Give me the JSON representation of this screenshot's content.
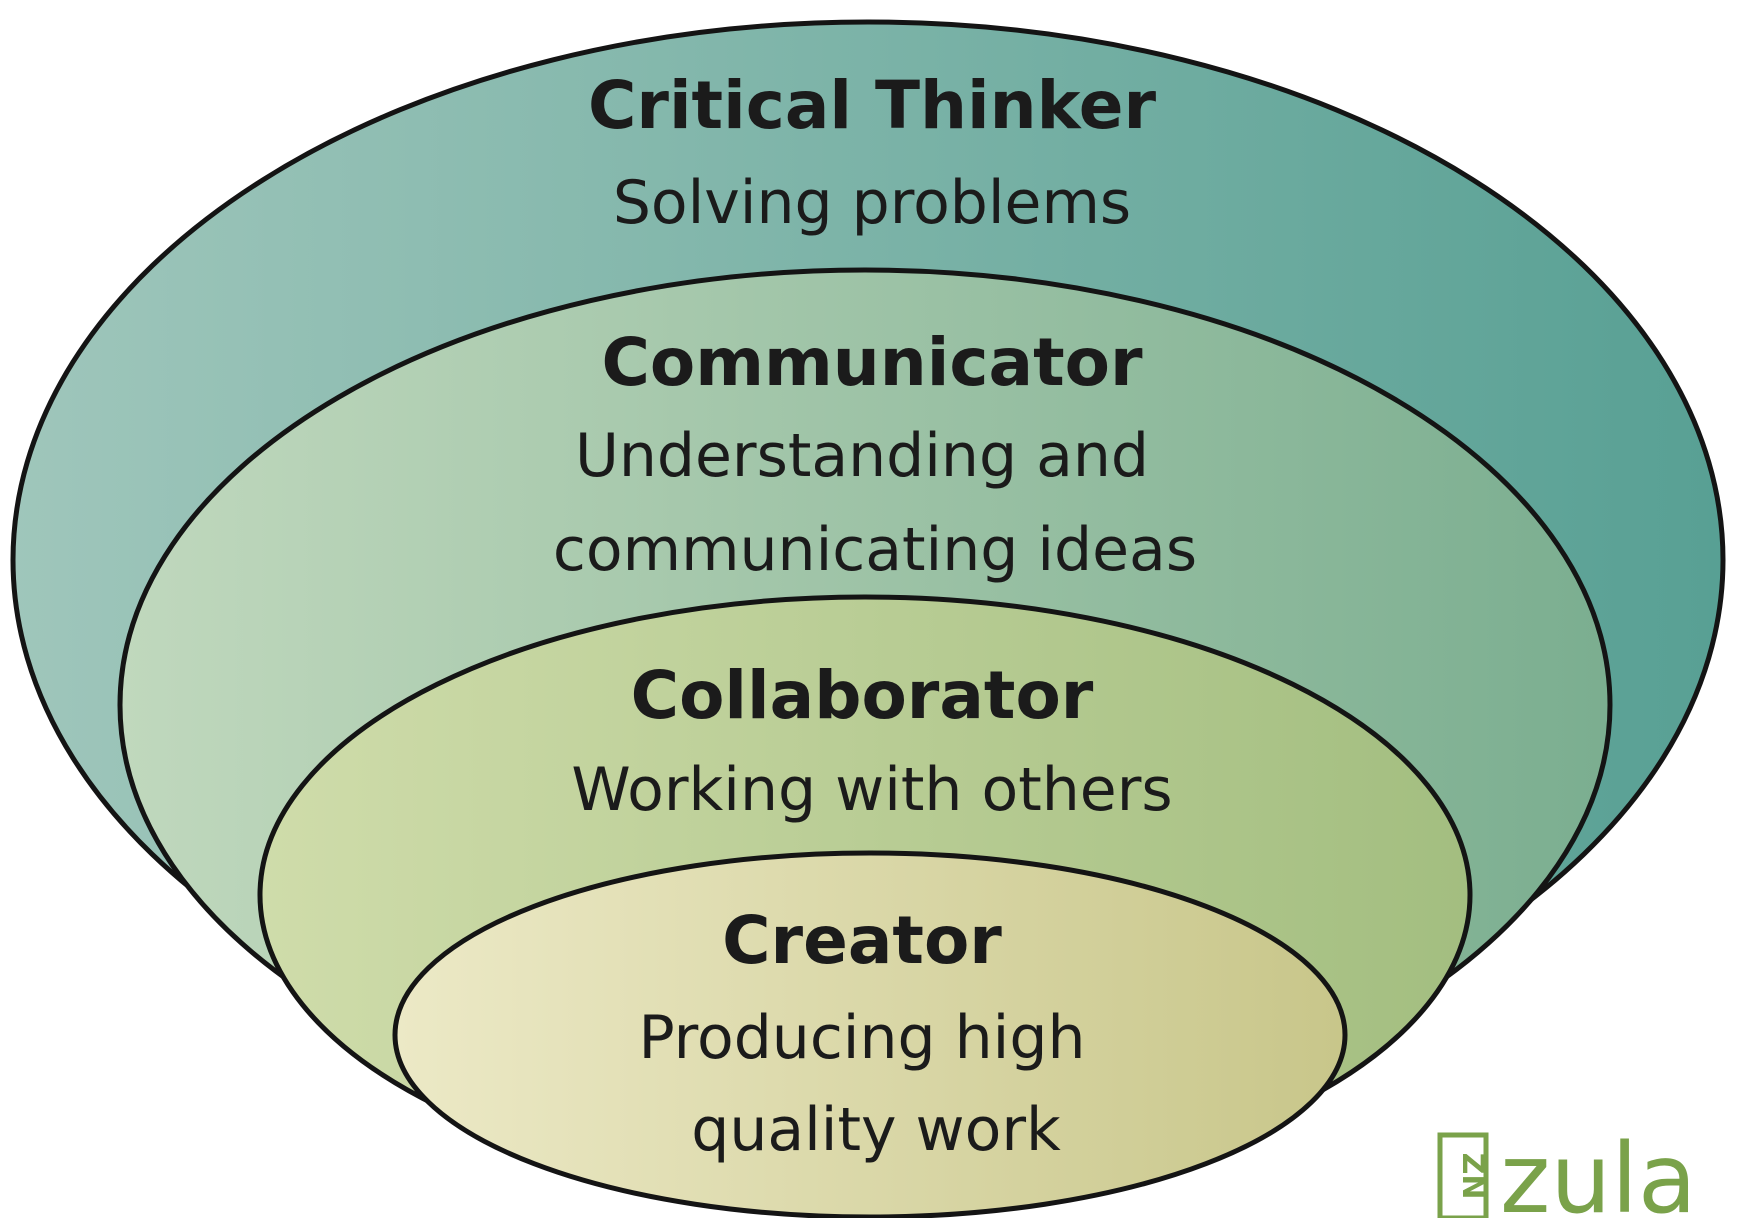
{
  "layers": [
    {
      "title": "Critical Thinker",
      "lines": [
        "Solving problems"
      ]
    },
    {
      "title": "Communicator",
      "lines": [
        "Understanding and",
        "communicating ideas"
      ]
    },
    {
      "title": "Collaborator",
      "lines": [
        "Working with others"
      ]
    },
    {
      "title": "Creator",
      "lines": [
        "Producing high",
        "quality work"
      ]
    }
  ],
  "logo": {
    "text": "zula",
    "badge": "ZN",
    "color": "#7aa24a"
  },
  "colors": {
    "outline": "#141414",
    "text": "#1b1b1b",
    "layer1": [
      "#9fc6bb",
      "#58a094"
    ],
    "layer2": [
      "#c0d8bd",
      "#7bae90"
    ],
    "layer3": [
      "#cfdcaa",
      "#a3be80"
    ],
    "layer4": [
      "#ece9c6",
      "#c8c68a"
    ]
  }
}
